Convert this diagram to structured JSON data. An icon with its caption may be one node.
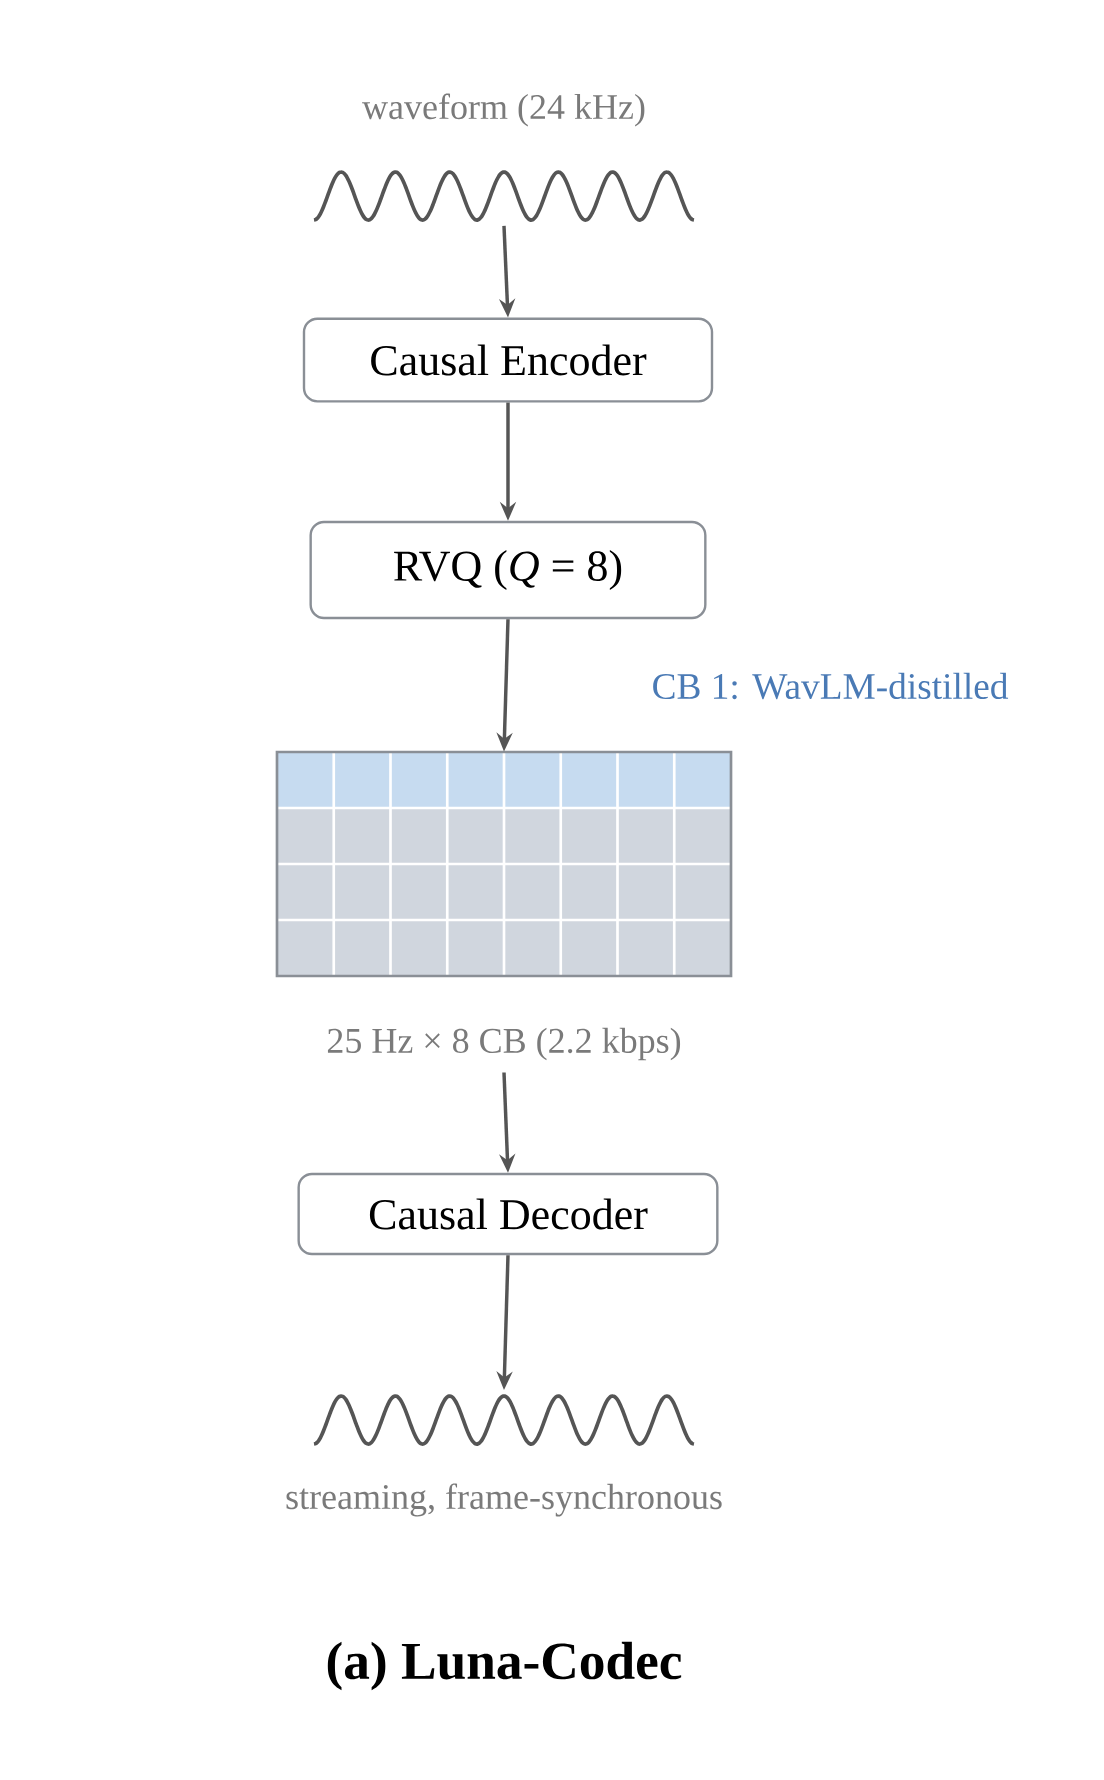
{
  "diagram": {
    "caption": "(a) Luna-Codec",
    "nodes": [
      {
        "text": [],
        "shape": "wave",
        "beside": [
          "waveform (24 kHz)"
        ]
      },
      {
        "text": [
          "Causal Encoder"
        ]
      },
      {
        "text": [
          "RVQ (*Q* = 8)"
        ]
      },
      {
        "text": [],
        "shape": "grid",
        "beside": [
          "25 Hz × 8 CB (2.2 kbps)"
        ]
      },
      {
        "text": [
          "Causal Decoder"
        ]
      },
      {
        "text": [],
        "shape": "wave",
        "beside": [
          "streaming, frame-synchronous"
        ]
      }
    ],
    "edges": [
      {
        "from": 0,
        "to": 1,
        "arrow": "to"
      },
      {
        "from": 1,
        "to": 2,
        "arrow": "to"
      },
      {
        "from": 2,
        "to": 3,
        "arrow": "to"
      },
      {
        "from": 3,
        "to": 4,
        "arrow": "to"
      },
      {
        "from": 4,
        "to": 5,
        "arrow": "to"
      }
    ],
    "labels": [
      "CB 1: WavLM-distilled"
    ]
  }
}
